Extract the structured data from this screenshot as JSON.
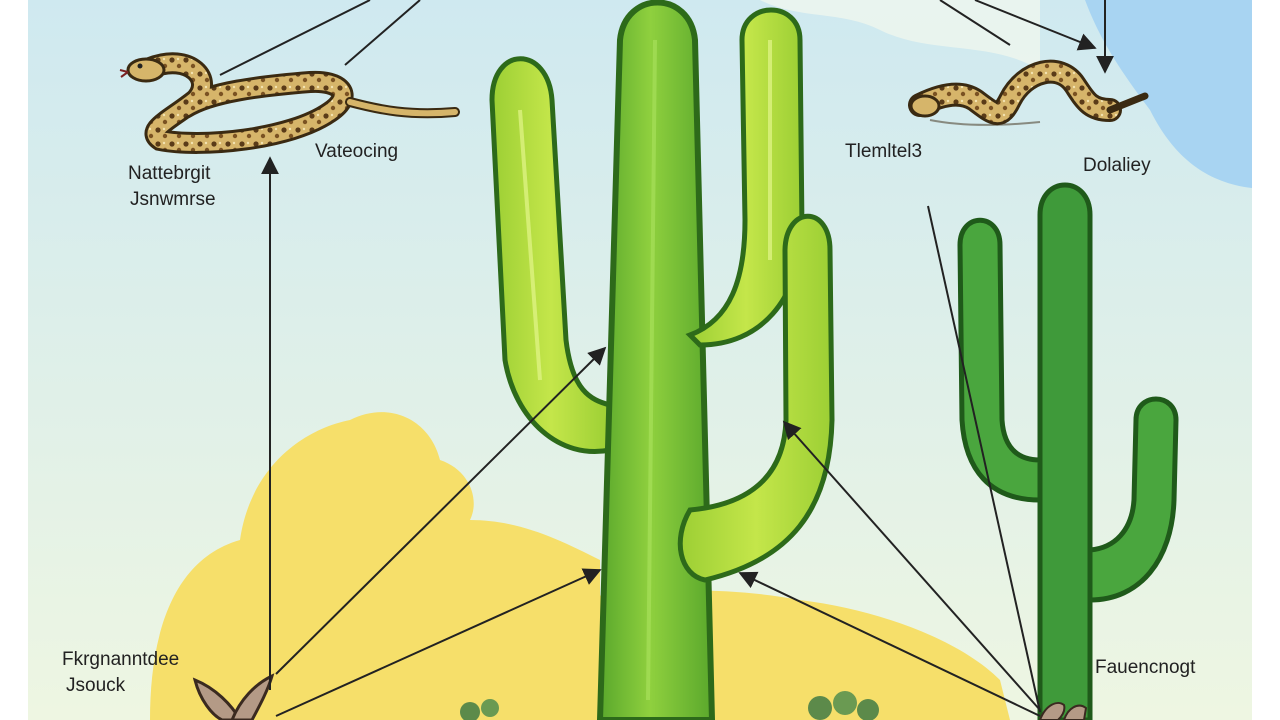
{
  "labels": {
    "snake_left_line1": "Nattebrgit",
    "snake_left_line2": "Jsnwmrse",
    "snake_left_name": "Vateocing",
    "right_top": "Tlemltel3",
    "right_cactus": "Dolaliey",
    "bottom_left_line1": "Fkrgnanntdee",
    "bottom_left_line2": "Jsouck",
    "bottom_right": "Fauencnogt"
  },
  "colors": {
    "sky": "#d8eef4",
    "sky_top_right": "#a8d4f2",
    "sand": "#f6df6a",
    "cactus_main": "#7cc23a",
    "cactus_light": "#b2de3c",
    "cactus_outline": "#2d6a1a",
    "cactus_right": "#3f9a3a",
    "snake_body": "#c9a35a",
    "snake_spots": "#5a3b18",
    "arrow": "#222222"
  },
  "icons": [
    "rattlesnake-icon",
    "rattlesnake-icon",
    "saguaro-cactus-icon",
    "saguaro-cactus-icon",
    "rabbit-icon",
    "shrub-icon"
  ]
}
